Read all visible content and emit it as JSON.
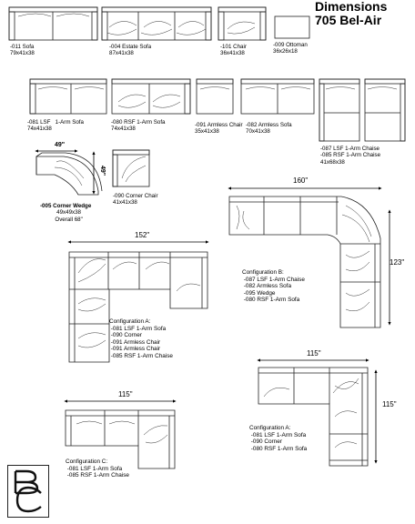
{
  "header": {
    "title_line1": "Dimensions",
    "title_line2": "705 Bel-Air"
  },
  "items": {
    "sofa": {
      "code": "-011 Sofa",
      "size": "79x41x38"
    },
    "estate_sofa": {
      "code": "-004 Estate Sofa",
      "size": "87x41x38"
    },
    "chair": {
      "code": "-101 Chair",
      "size": "36x41x38"
    },
    "ottoman": {
      "code": "-009 Ottoman",
      "size": "36x26x18"
    },
    "lsf_1arm": {
      "code": "-081 LSF",
      "code2": "1-Arm Sofa",
      "size": "74x41x38"
    },
    "rsf_1arm": {
      "code": "-080 RSF 1-Arm Sofa",
      "size": "74x41x38"
    },
    "armless_chair": {
      "code": "-091 Armless Chair",
      "size": "35x41x38"
    },
    "armless_sofa": {
      "code": "-082 Armless Sofa",
      "size": "70x41x38"
    },
    "chaise": {
      "code1": "-087 LSF 1-Arm Chaise",
      "code2": "-085 RSF 1-Arm Chaise",
      "size": "41x68x38"
    },
    "wedge": {
      "code": "-005 Corner Wedge",
      "size": "49x49x38",
      "overall": "Overall 68\"",
      "dim_w": "49\"",
      "dim_h": "49\""
    },
    "corner_chair": {
      "code": "-090 Corner Chair",
      "size": "41x41x38"
    }
  },
  "configs": {
    "b": {
      "width": "160\"",
      "height": "123\"",
      "title": "Configuration B:",
      "lines": [
        "-087 LSF 1-Arm Chaise",
        "-082 Armless Sofa",
        "-095 Wedge",
        "-080 RSF 1-Arm Sofa"
      ]
    },
    "a1": {
      "width": "152\"",
      "title": "Configuration A:",
      "lines": [
        "-081 LSF 1-Arm Sofa",
        "-090 Corner",
        "-091 Armless Chair",
        "-091 Armless Chair",
        "-085 RSF 1-Arm Chaise"
      ]
    },
    "a2": {
      "width": "115\"",
      "height": "115\"",
      "title": "Configuration A:",
      "lines": [
        "-081 LSF 1-Arm Sofa",
        "-090 Corner",
        "-080 RSF 1-Arm Sofa"
      ]
    },
    "c": {
      "width": "115\"",
      "title": "Configuration C:",
      "lines": [
        "-081 LSF 1-Arm Sofa",
        "-085 RSF 1-Arm Chaise"
      ]
    }
  }
}
